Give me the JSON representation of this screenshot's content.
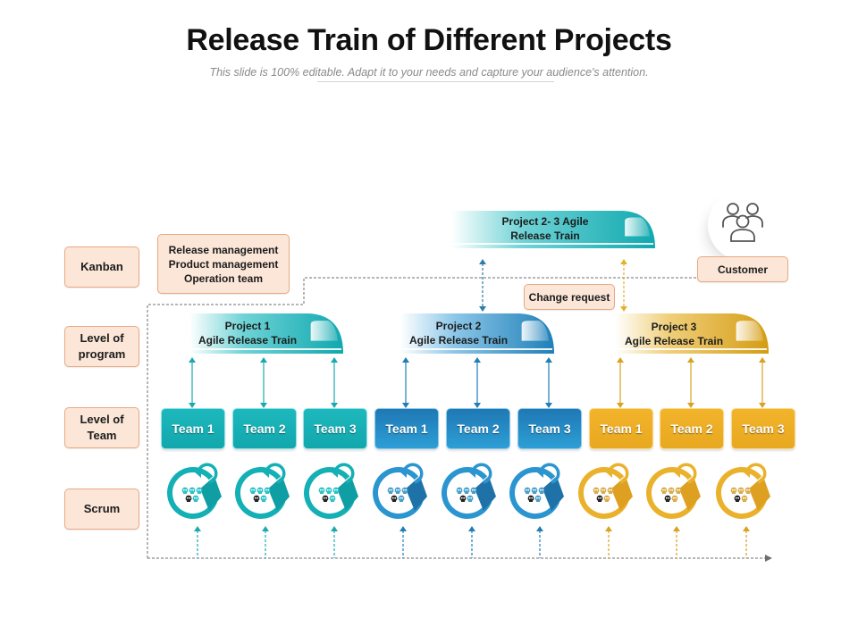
{
  "title": "Release Train of Different Projects",
  "subtitle": "This slide is 100% editable. Adapt it to your needs and capture your audience's attention.",
  "levels": {
    "kanban": "Kanban",
    "program": "Level of program",
    "team": "Level of Team",
    "scrum": "Scrum"
  },
  "kanban_roles": [
    "Release management",
    "Product management",
    "Operation team"
  ],
  "customer": {
    "label": "Customer",
    "icon": "users-group-icon"
  },
  "change_request": "Change request",
  "combined_train": {
    "line1": "Project 2- 3 Agile",
    "line2": "Release Train",
    "color": "#14b0b5"
  },
  "projects": [
    {
      "line1": "Project 1",
      "line2": "Agile Release Train",
      "color": "#14b0b5",
      "scheme": "teal",
      "teams": [
        "Team 1",
        "Team 2",
        "Team 3"
      ]
    },
    {
      "line1": "Project 2",
      "line2": "Agile Release Train",
      "color": "#2385c0",
      "scheme": "blue",
      "teams": [
        "Team 1",
        "Team 2",
        "Team 3"
      ]
    },
    {
      "line1": "Project 3",
      "line2": "Agile Release Train",
      "color": "#d9a21f",
      "scheme": "gold",
      "teams": [
        "Team 1",
        "Team 2",
        "Team 3"
      ]
    }
  ],
  "scrum_icon": "scrum-cycle-icon",
  "colors": {
    "teal": "#14b0b5",
    "blue": "#2385c0",
    "gold": "#e8a820",
    "label_fill": "#fbe6d7",
    "label_border": "#e9a984"
  }
}
